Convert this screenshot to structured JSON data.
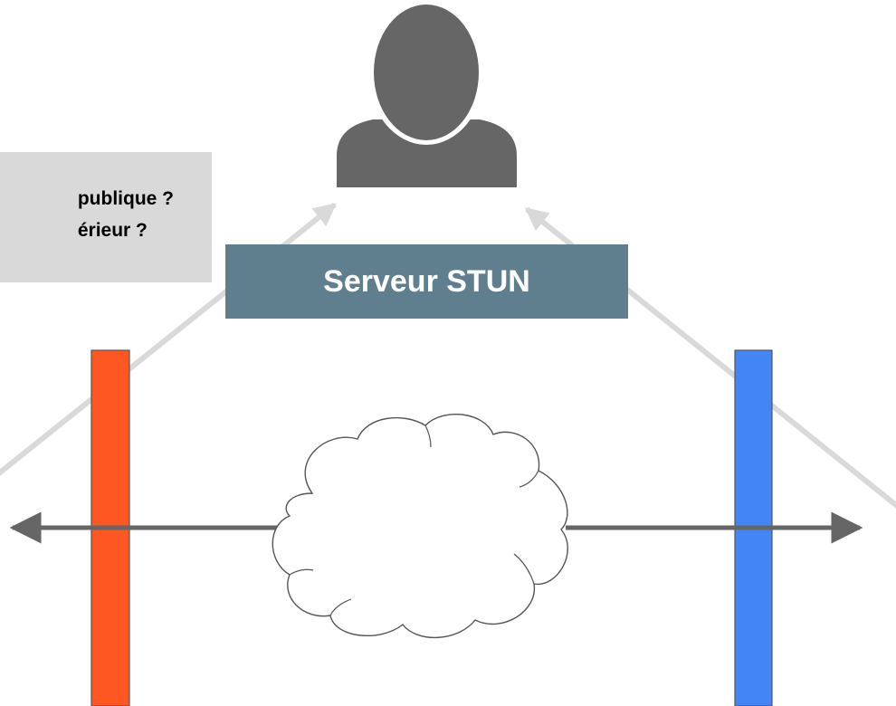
{
  "question": {
    "line1": "publique ?",
    "line2": "érieur ?"
  },
  "stun_label": "Serveur STUN",
  "icons": {
    "user": "user-silhouette-icon",
    "cloud": "cloud-icon"
  },
  "colors": {
    "nat_left": "#ff5722",
    "nat_right": "#4285f4",
    "label_bg": "#5f7f8f",
    "question_bg": "#d9d9d9",
    "arrow_light": "#d9d9d9",
    "arrow_dark": "#666666",
    "user_icon": "#666666"
  }
}
